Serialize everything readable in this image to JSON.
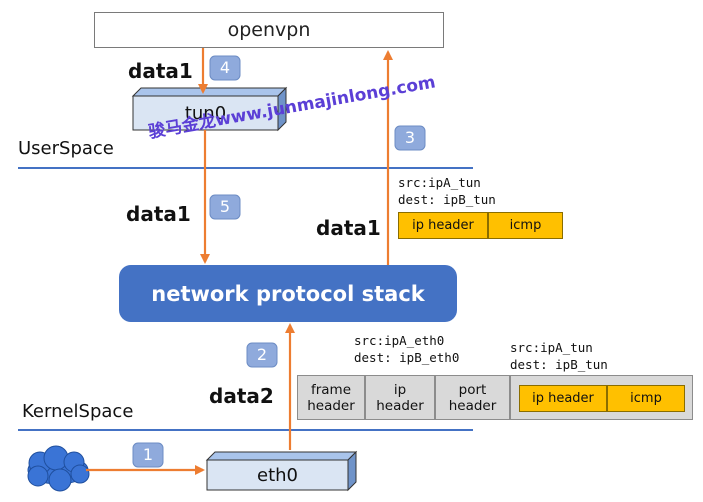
{
  "boxes": {
    "openvpn": "openvpn",
    "tun0": "tun0",
    "stack": "network protocol stack",
    "eth0": "eth0"
  },
  "labels": {
    "data1_top": "data1",
    "data1_left": "data1",
    "data1_right": "data1",
    "data2": "data2"
  },
  "spaces": {
    "user": "UserSpace",
    "kernel": "KernelSpace"
  },
  "watermark": "骏马金龙www.junmajinlong.com",
  "steps": [
    "1",
    "2",
    "3",
    "4",
    "5"
  ],
  "packet_upper": {
    "src": "src:ipA_tun",
    "dest": "dest: ipB_tun",
    "fields": [
      "ip header",
      "icmp"
    ]
  },
  "packet_lower": {
    "outer_src": "src:ipA_eth0",
    "outer_dest": "dest: ipB_eth0",
    "inner_src": "src:ipA_tun",
    "inner_dest": "dest: ipB_tun",
    "fields": [
      {
        "line1": "frame",
        "line2": "header"
      },
      {
        "line1": "ip",
        "line2": "header"
      },
      {
        "line1": "port",
        "line2": "header"
      }
    ],
    "inner_fields": [
      "ip header",
      "icmp"
    ]
  },
  "colors": {
    "arrow": "#ed7d31",
    "stack": "#4472c4",
    "badge": "#8faadc",
    "divider": "#4472c4",
    "cloud": "#3a74d6",
    "highlight": "#ffc000"
  }
}
